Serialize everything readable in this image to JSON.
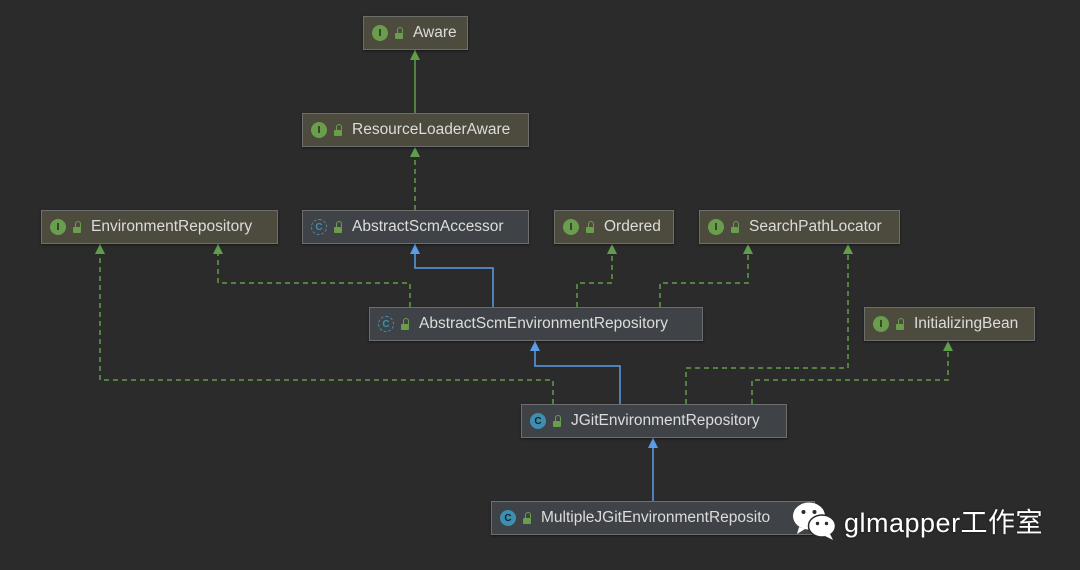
{
  "colors": {
    "background": "#2b2b2b",
    "implements_edge": "#5f9e4a",
    "extends_edge": "#5a9ee8",
    "interface_fill": "#4d4b3e",
    "class_fill": "#3f4347"
  },
  "icons": {
    "interface": "interface-badge-icon",
    "class": "class-badge-icon",
    "abstract_class": "abstract-class-badge-icon",
    "visibility": "public-lock-icon"
  },
  "nodes": [
    {
      "id": "aware",
      "label": "Aware",
      "kind": "interface",
      "badge": "I"
    },
    {
      "id": "resource-loader-aware",
      "label": "ResourceLoaderAware",
      "kind": "interface",
      "badge": "I"
    },
    {
      "id": "environment-repository",
      "label": "EnvironmentRepository",
      "kind": "interface",
      "badge": "I"
    },
    {
      "id": "abstract-scm-accessor",
      "label": "AbstractScmAccessor",
      "kind": "abstract",
      "badge": "C"
    },
    {
      "id": "ordered",
      "label": "Ordered",
      "kind": "interface",
      "badge": "I"
    },
    {
      "id": "search-path-locator",
      "label": "SearchPathLocator",
      "kind": "interface",
      "badge": "I"
    },
    {
      "id": "abstract-scm-environment-repository",
      "label": "AbstractScmEnvironmentRepository",
      "kind": "abstract",
      "badge": "C"
    },
    {
      "id": "initializing-bean",
      "label": "InitializingBean",
      "kind": "interface",
      "badge": "I"
    },
    {
      "id": "jgit-environment-repository",
      "label": "JGitEnvironmentRepository",
      "kind": "class",
      "badge": "C"
    },
    {
      "id": "multiple-jgit-environment-repository",
      "label": "MultipleJGitEnvironmentReposito",
      "kind": "class",
      "badge": "C"
    }
  ],
  "edges": [
    {
      "from": "resource-loader-aware",
      "to": "aware",
      "type": "extends-interface"
    },
    {
      "from": "abstract-scm-accessor",
      "to": "resource-loader-aware",
      "type": "implements"
    },
    {
      "from": "abstract-scm-environment-repository",
      "to": "environment-repository",
      "type": "implements"
    },
    {
      "from": "abstract-scm-environment-repository",
      "to": "abstract-scm-accessor",
      "type": "extends"
    },
    {
      "from": "abstract-scm-environment-repository",
      "to": "ordered",
      "type": "implements"
    },
    {
      "from": "abstract-scm-environment-repository",
      "to": "search-path-locator",
      "type": "implements"
    },
    {
      "from": "jgit-environment-repository",
      "to": "environment-repository",
      "type": "implements"
    },
    {
      "from": "jgit-environment-repository",
      "to": "abstract-scm-environment-repository",
      "type": "extends"
    },
    {
      "from": "jgit-environment-repository",
      "to": "search-path-locator",
      "type": "implements"
    },
    {
      "from": "jgit-environment-repository",
      "to": "initializing-bean",
      "type": "implements"
    },
    {
      "from": "multiple-jgit-environment-repository",
      "to": "jgit-environment-repository",
      "type": "extends"
    }
  ],
  "watermark": {
    "text": "glmapper工作室",
    "icon": "wechat-icon"
  }
}
